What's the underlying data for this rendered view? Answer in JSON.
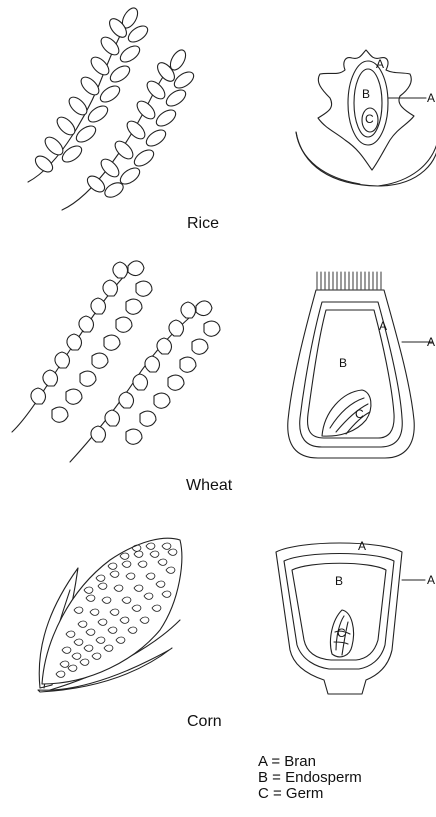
{
  "grains": [
    {
      "name": "Rice"
    },
    {
      "name": "Wheat"
    },
    {
      "name": "Corn"
    }
  ],
  "parts": {
    "a": "A",
    "b": "B",
    "c": "C"
  },
  "legend": [
    "A = Bran",
    "B = Endosperm",
    "C = Germ"
  ],
  "colors": {
    "line": "#222222",
    "background": "#ffffff"
  }
}
